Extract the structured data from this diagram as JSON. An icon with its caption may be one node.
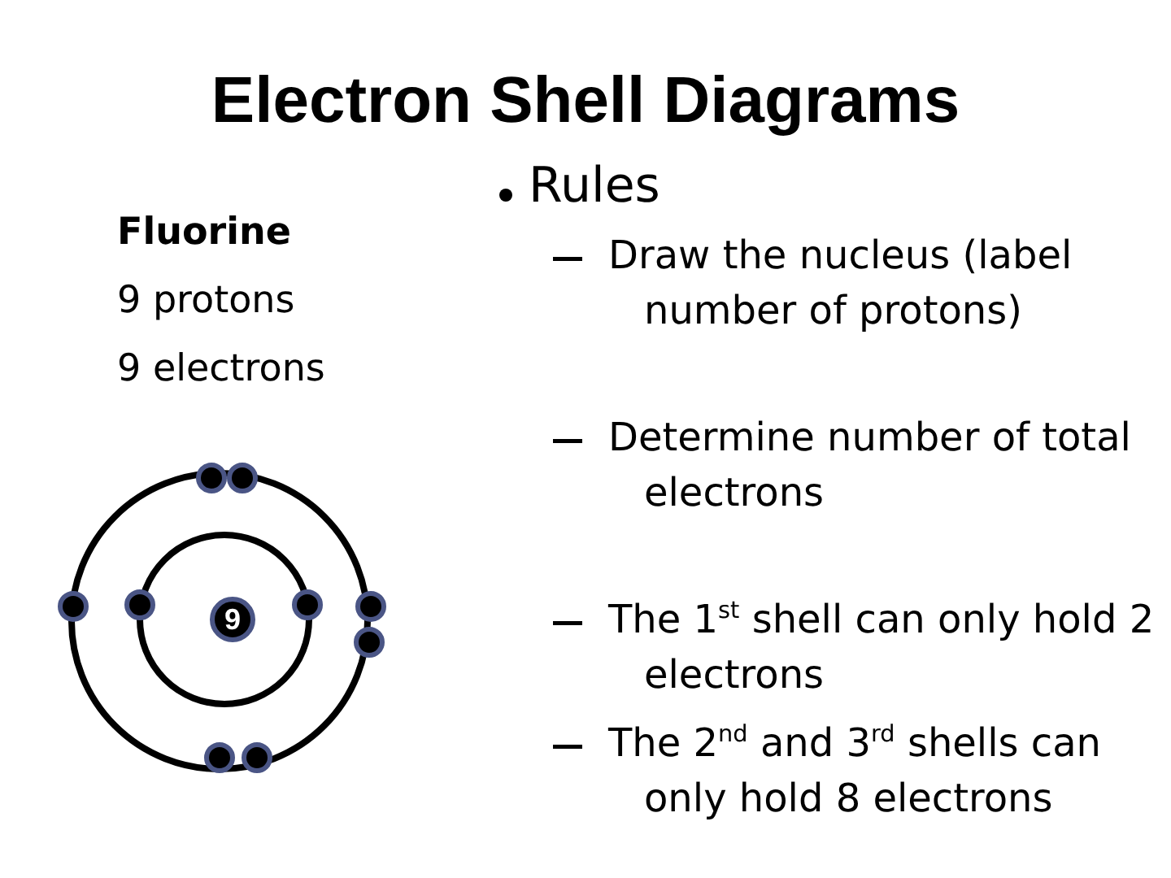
{
  "diagram": {
    "title": "Electron Shell Diagrams",
    "nodes": [
      {
        "text": [
          "9"
        ]
      }
    ],
    "edges": [],
    "labels": [
      "Fluorine",
      "9 protons",
      "9 electrons",
      "Rules",
      "Draw the nucleus (label number of protons)",
      "Determine number of total electrons",
      "The 1$^{st}$ shell can only hold 2 electrons",
      "The 2$^{nd}$ and 3$^{rd}$ shells can only hold 8 electrons"
    ]
  }
}
